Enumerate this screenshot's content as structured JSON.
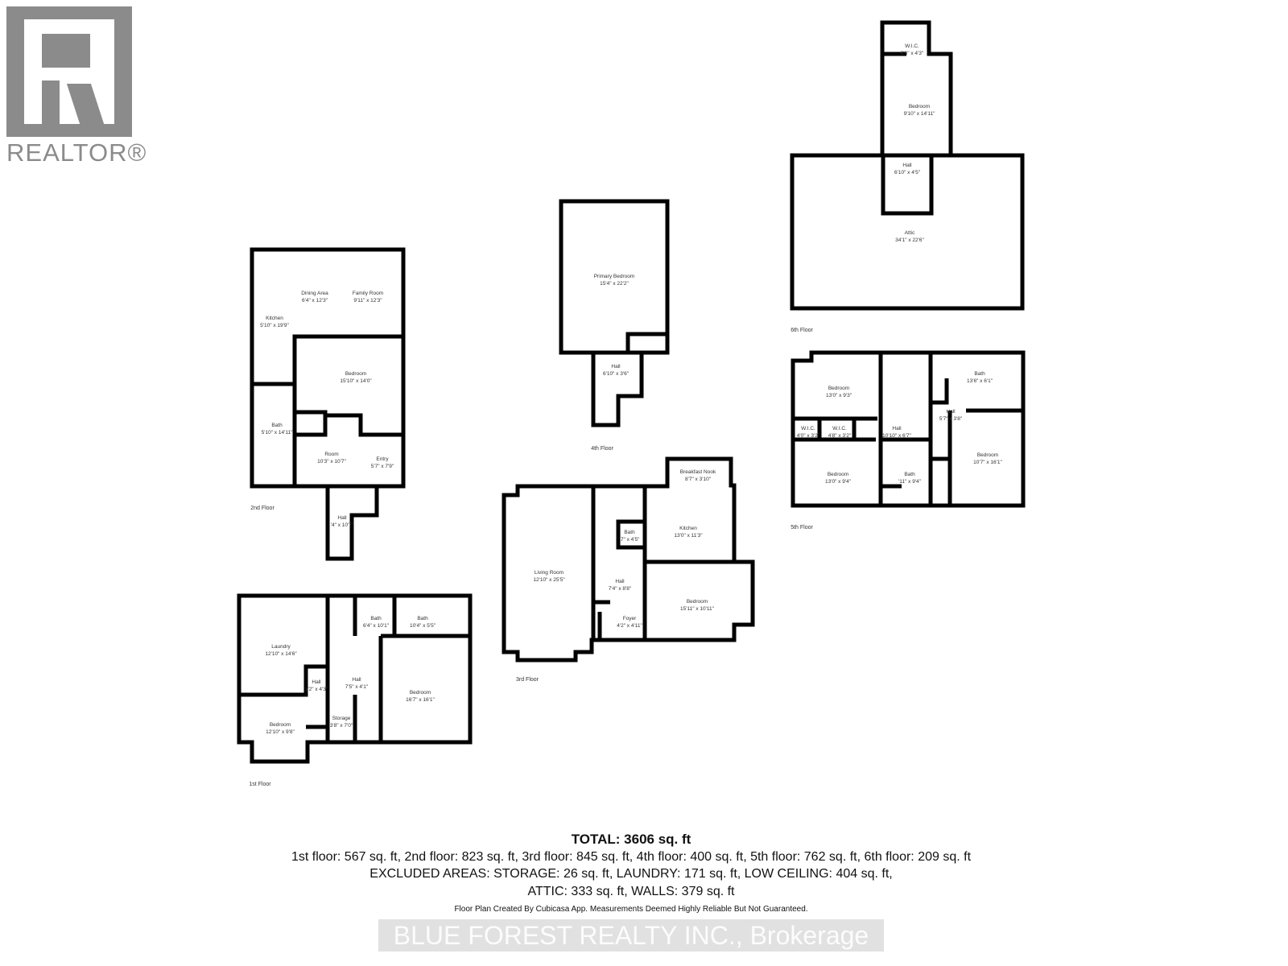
{
  "logo": {
    "text": "REALTOR®",
    "color": "#8b8b8b"
  },
  "floors": [
    {
      "label": "2nd Floor",
      "rooms": [
        {
          "name": "Dining Area",
          "dims": "6'4\" x 12'3\""
        },
        {
          "name": "Family Room",
          "dims": "9'11\" x 12'3\""
        },
        {
          "name": "Kitchen",
          "dims": "5'10\" x 19'9\""
        },
        {
          "name": "Bedroom",
          "dims": "15'10\" x 14'0\""
        },
        {
          "name": "Bath",
          "dims": "5'10\" x 14'11\""
        },
        {
          "name": "Room",
          "dims": "10'3\" x 10'7\""
        },
        {
          "name": "Entry",
          "dims": "5'7\" x 7'9\""
        },
        {
          "name": "Hall",
          "dims": "'4\" x 10'7\""
        }
      ]
    },
    {
      "label": "4th Floor",
      "rooms": [
        {
          "name": "Primary Bedroom",
          "dims": "15'4\" x 22'2\""
        },
        {
          "name": "Hall",
          "dims": "6'10\" x 3'6\""
        }
      ]
    },
    {
      "label": "6th Floor",
      "rooms": [
        {
          "name": "W.I.C.",
          "dims": "6'6\" x 4'3\""
        },
        {
          "name": "Bedroom",
          "dims": "9'10\" x 14'11\""
        },
        {
          "name": "Hall",
          "dims": "6'10\" x 4'5\""
        },
        {
          "name": "Attic",
          "dims": "34'1\" x 22'6\""
        }
      ]
    },
    {
      "label": "5th Floor",
      "rooms": [
        {
          "name": "Bedroom",
          "dims": "13'0\" x 9'3\""
        },
        {
          "name": "W.I.C.",
          "dims": "4'0\" x 3'2\""
        },
        {
          "name": "W.I.C.",
          "dims": "4'8\" x 3'2\""
        },
        {
          "name": "Hall",
          "dims": "10'10\" x 6'7\""
        },
        {
          "name": "Bath",
          "dims": "13'6\" x 6'1\""
        },
        {
          "name": "Hall",
          "dims": "5'7\" x 3'8\""
        },
        {
          "name": "Bedroom",
          "dims": "10'7\" x 16'1\""
        },
        {
          "name": "Bedroom",
          "dims": "13'0\" x 9'4\""
        },
        {
          "name": "Bath",
          "dims": "'11\" x 9'4\""
        }
      ]
    },
    {
      "label": "3rd Floor",
      "rooms": [
        {
          "name": "Breakfast Nook",
          "dims": "8'7\" x 3'10\""
        },
        {
          "name": "Kitchen",
          "dims": "13'0\" x 11'3\""
        },
        {
          "name": "Bath",
          "dims": "'7\" x 4'5\""
        },
        {
          "name": "Living Room",
          "dims": "12'10\" x 25'5\""
        },
        {
          "name": "Hall",
          "dims": "7'4\" x 8'8\""
        },
        {
          "name": "Bedroom",
          "dims": "15'11\" x 10'11\""
        },
        {
          "name": "Foyer",
          "dims": "4'2\" x 4'11\""
        }
      ]
    },
    {
      "label": "1st Floor",
      "rooms": [
        {
          "name": "Laundry",
          "dims": "12'10\" x 14'6\""
        },
        {
          "name": "Bath",
          "dims": "6'4\" x 10'1\""
        },
        {
          "name": "Bath",
          "dims": "10'4\" x 5'5\""
        },
        {
          "name": "Hall",
          "dims": "3'2\" x 4'3\""
        },
        {
          "name": "Hall",
          "dims": "7'5\" x 4'1\""
        },
        {
          "name": "Bedroom",
          "dims": "16'7\" x 16'1\""
        },
        {
          "name": "Bedroom",
          "dims": "12'10\" x 9'8\""
        },
        {
          "name": "Storage",
          "dims": "3'8\" x 7'0\""
        }
      ]
    }
  ],
  "summary": {
    "total": "TOTAL: 3606 sq. ft",
    "floors_line": "1st floor: 567 sq. ft, 2nd floor: 823 sq. ft, 3rd floor: 845 sq. ft, 4th floor: 400 sq. ft, 5th floor: 762 sq. ft, 6th floor: 209 sq. ft",
    "excluded_line": "EXCLUDED AREAS: STORAGE: 26 sq. ft, LAUNDRY: 171 sq. ft, LOW CEILING: 404 sq. ft,",
    "excluded_line2": "ATTIC: 333 sq. ft, WALLS: 379 sq. ft",
    "watermark": "BLUE FOREST REALTY INC., Brokerage",
    "credit": "Floor Plan Created By Cubicasa App. Measurements Deemed Highly Reliable But Not Guaranteed."
  }
}
